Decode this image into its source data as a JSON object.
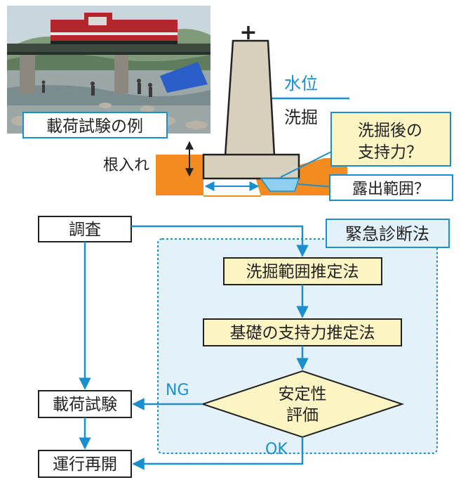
{
  "photo": {
    "caption": "載荷試験の例"
  },
  "pier": {
    "plus": "+",
    "water_level": "水位",
    "scour": "洗掘",
    "embedment": "根入れ",
    "bearing_after_scour_line1": "洗掘後の",
    "bearing_after_scour_line2": "支持力？",
    "exposed_range": "露出範囲？"
  },
  "flow": {
    "emergency_method": "緊急診断法",
    "survey": "調査",
    "scour_range_estimation": "洗掘範囲推定法",
    "foundation_bearing_estimation": "基礎の支持力推定法",
    "stability_line1": "安定性",
    "stability_line2": "評価",
    "load_test": "載荷試験",
    "resume": "運行再開",
    "ng": "NG",
    "ok": "OK"
  },
  "colors": {
    "photo_sky": "#c9d6dc",
    "train_red": "#b3262b",
    "tarp_blue": "#2a5fc9",
    "soil_orange": "#f28c1e",
    "concrete": "#d6d0bd",
    "water_line": "#1a8fd0",
    "callout_fill": "#fdf4c3",
    "callout_border": "#1a8fd0",
    "panel_fill": "#e3f1fb",
    "arrow_blue": "#1a8fd0"
  }
}
